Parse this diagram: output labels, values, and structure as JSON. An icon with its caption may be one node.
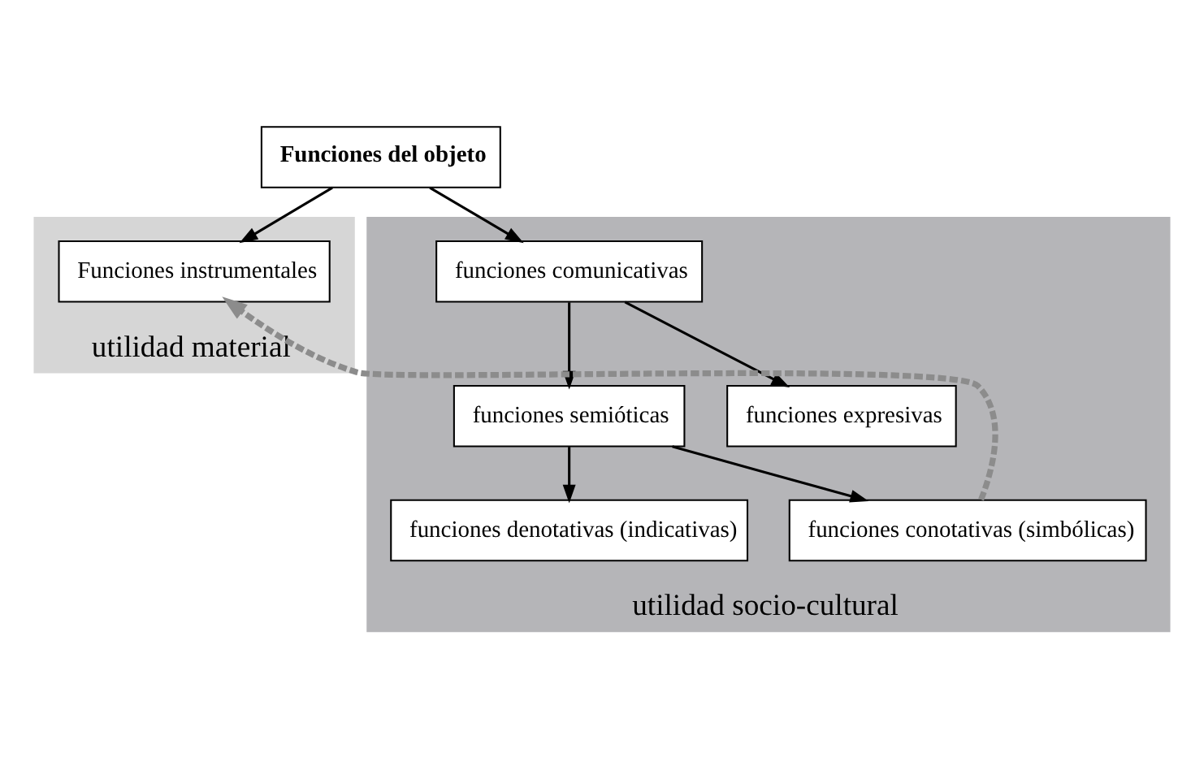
{
  "diagram": {
    "nodes": [
      {
        "text": [
          "Funciones del objeto"
        ]
      },
      {
        "text": [
          "utilidad material"
        ]
      },
      {
        "text": [
          "Funciones instrumentales"
        ],
        "in": 1
      },
      {
        "text": [
          "utilidad socio-cultural"
        ]
      },
      {
        "text": [
          "funciones comunicativas"
        ],
        "in": 3
      },
      {
        "text": [
          "funciones semióticas"
        ],
        "in": 3
      },
      {
        "text": [
          "funciones expresivas"
        ],
        "in": 3
      },
      {
        "text": [
          "funciones denotativas (indicativas)"
        ],
        "in": 3
      },
      {
        "text": [
          "funciones conotativas (simbólicas)"
        ],
        "in": 3
      }
    ],
    "edges": [
      {
        "from": 0,
        "to": 2,
        "arrow": "to"
      },
      {
        "from": 0,
        "to": 4,
        "arrow": "to"
      },
      {
        "from": 4,
        "to": 5,
        "arrow": "to"
      },
      {
        "from": 4,
        "to": 6,
        "arrow": "to"
      },
      {
        "from": 5,
        "to": 7,
        "arrow": "to"
      },
      {
        "from": 5,
        "to": 8,
        "arrow": "to"
      },
      {
        "from": 8,
        "to": 2,
        "arrow": "to",
        "style": "dashed",
        "color": "#8c8c8c"
      }
    ]
  }
}
